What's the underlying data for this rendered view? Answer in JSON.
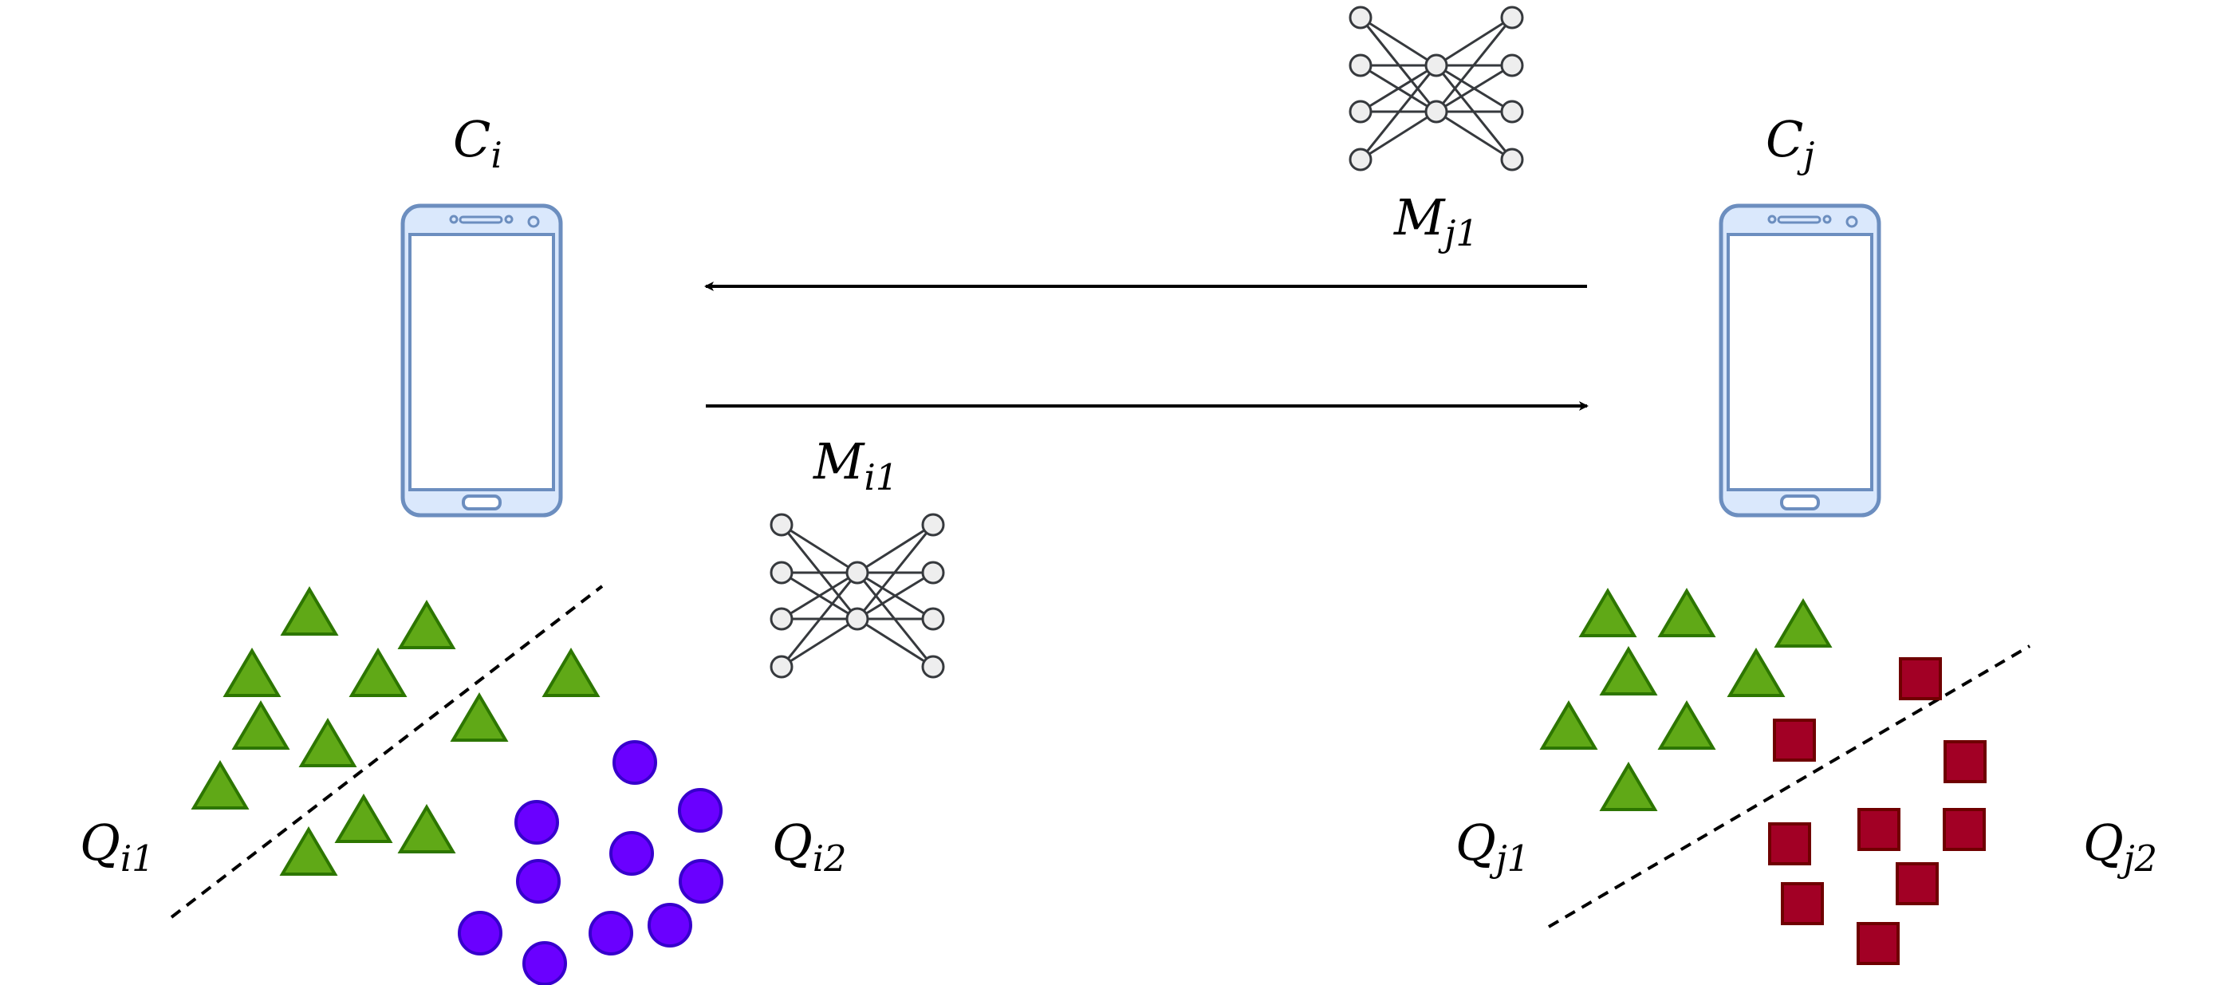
{
  "labels": {
    "client_i": {
      "main": "C",
      "sub": "i"
    },
    "client_j": {
      "main": "C",
      "sub": "j"
    },
    "model_i": {
      "main": "M",
      "sub": "i1"
    },
    "model_j": {
      "main": "M",
      "sub": "j1"
    },
    "q_i1": {
      "main": "Q",
      "sub": "i1"
    },
    "q_i2": {
      "main": "Q",
      "sub": "i2"
    },
    "q_j1": {
      "main": "Q",
      "sub": "j1"
    },
    "q_j2": {
      "main": "Q",
      "sub": "j2"
    }
  },
  "colors": {
    "phone_stroke": "#6c8ebf",
    "phone_fill": "#dae8fc",
    "triangle_fill": "#60a917",
    "triangle_stroke": "#2d7600",
    "circle_fill": "#6a00ff",
    "circle_stroke": "#3700cc",
    "square_fill": "#a20025",
    "square_stroke": "#6f0000",
    "node_fill": "#eeeeee",
    "node_stroke": "#36393d",
    "line": "#000000"
  },
  "icons": {
    "device": "smartphone-icon",
    "model": "neural-network-icon"
  }
}
